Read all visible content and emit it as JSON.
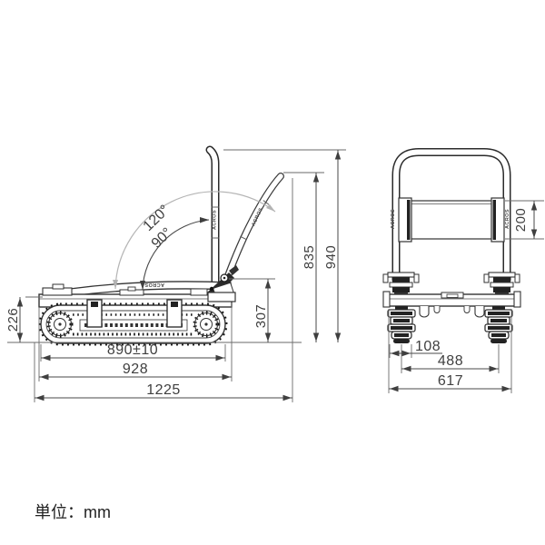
{
  "diagram": {
    "unit_label": "単位：mm",
    "brand": "ACROS",
    "side_view": {
      "angle_tilted": "120°",
      "angle_upright": "90°",
      "dim_base_height": "226",
      "dim_track_length": "890±10",
      "dim_platform_length": "928",
      "dim_overall_length": "1225",
      "dim_hinge_height": "307",
      "dim_handle_height_tilted": "835",
      "dim_handle_height_upright": "940"
    },
    "front_view": {
      "dim_handle_panel": "200",
      "dim_track_width": "108",
      "dim_track_spacing": "488",
      "dim_overall_width": "617"
    }
  }
}
